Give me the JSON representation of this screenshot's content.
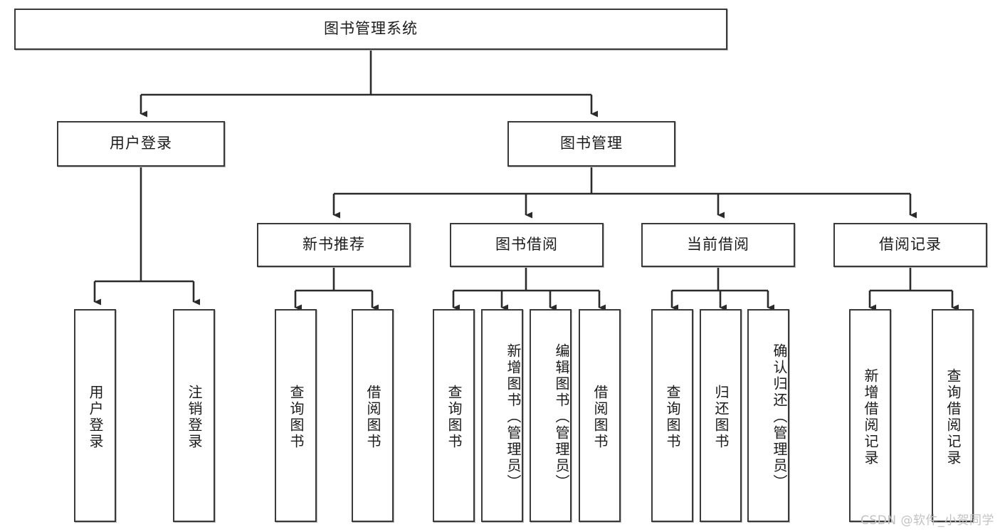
{
  "diagram": {
    "title": "图书管理系统",
    "watermark": "CSDN @软件_小贺同学",
    "colors": {
      "box_border": "#3a3a3a",
      "box_fill": "#ffffff",
      "connector": "#2b2b2b",
      "text": "#1b1b1b",
      "watermark": "#c2c2c2",
      "page_background": "#ffffff"
    },
    "root": {
      "label": "图书管理系统"
    },
    "level2": [
      {
        "label": "用户登录"
      },
      {
        "label": "图书管理"
      }
    ],
    "level3": [
      {
        "label": "新书推荐"
      },
      {
        "label": "图书借阅"
      },
      {
        "label": "当前借阅"
      },
      {
        "label": "借阅记录"
      }
    ],
    "leaves": {
      "user_login": [
        {
          "label": "用户登录"
        },
        {
          "label": "注销登录"
        }
      ],
      "new_book": [
        {
          "label": "查询图书"
        },
        {
          "label": "借阅图书"
        }
      ],
      "book_borrow": [
        {
          "label": "查询图书"
        },
        {
          "label": "新增图书（管理员）"
        },
        {
          "label": "编辑图书（管理员）"
        },
        {
          "label": "借阅图书"
        }
      ],
      "current_borrow": [
        {
          "label": "查询图书"
        },
        {
          "label": "归还图书"
        },
        {
          "label": "确认归还（管理员）"
        }
      ],
      "borrow_record": [
        {
          "label": "新增借阅记录"
        },
        {
          "label": "查询借阅记录"
        }
      ]
    }
  }
}
